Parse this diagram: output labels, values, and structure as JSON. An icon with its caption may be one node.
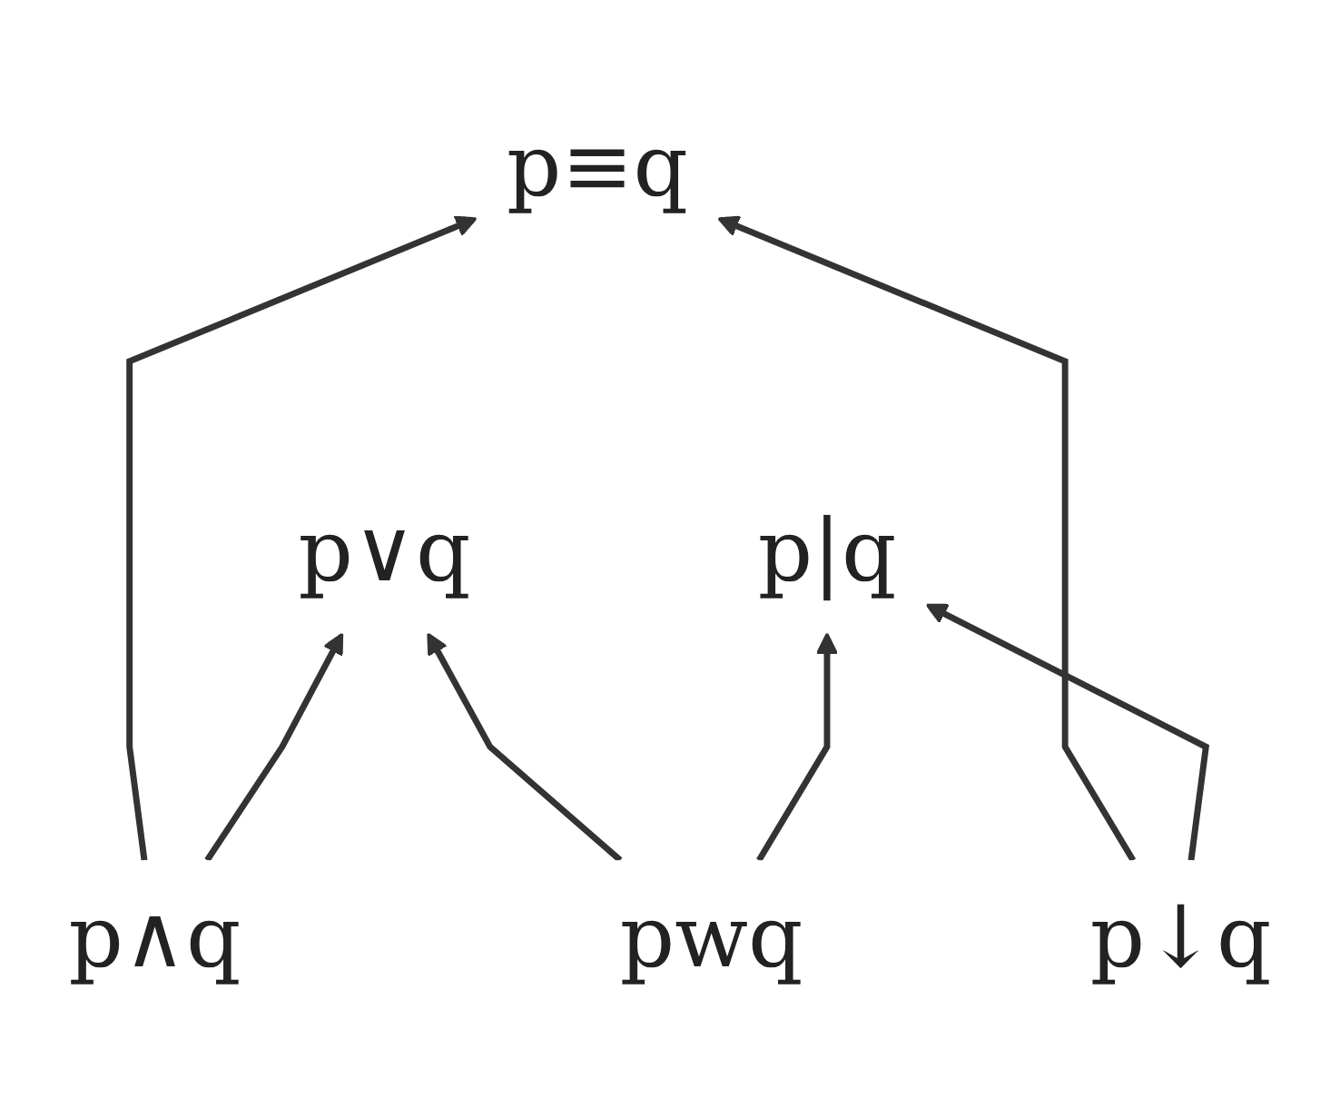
{
  "diagram": {
    "nodes": [
      {
        "text": [
          "p≡q"
        ]
      },
      {
        "text": [
          "p∧q"
        ]
      },
      {
        "text": [
          "p↓q"
        ]
      },
      {
        "text": [
          "p∨q"
        ]
      },
      {
        "text": [
          "p|q"
        ]
      },
      {
        "text": [
          "pwq"
        ]
      }
    ],
    "edges": [
      {
        "from": 1,
        "to": 0,
        "arrow": "to"
      },
      {
        "from": 2,
        "to": 0,
        "arrow": "to"
      },
      {
        "from": 1,
        "to": 3,
        "arrow": "to"
      },
      {
        "from": 2,
        "to": 4,
        "arrow": "to"
      },
      {
        "from": 5,
        "to": 3,
        "arrow": "to"
      },
      {
        "from": 5,
        "to": 4,
        "arrow": "to"
      }
    ]
  }
}
